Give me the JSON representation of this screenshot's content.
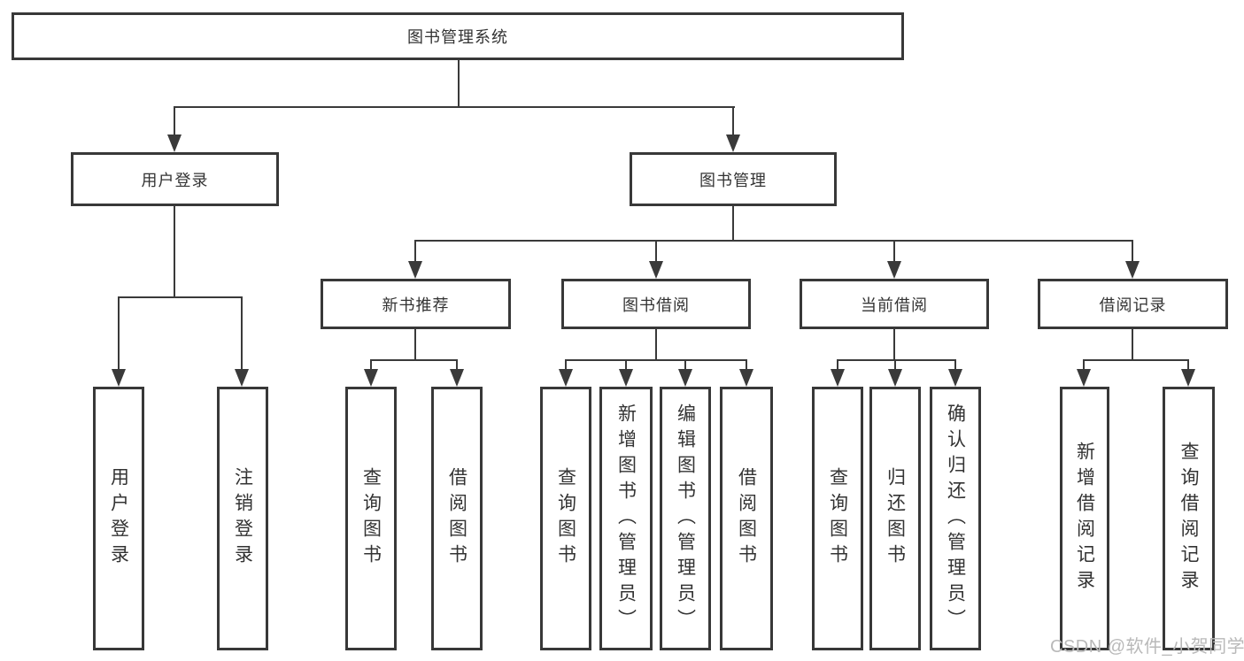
{
  "title": {
    "label": "图书管理系统"
  },
  "level1": [
    {
      "label": "用户登录"
    },
    {
      "label": "图书管理"
    }
  ],
  "level2": [
    {
      "label": "新书推荐"
    },
    {
      "label": "图书借阅"
    },
    {
      "label": "当前借阅"
    },
    {
      "label": "借阅记录"
    }
  ],
  "leaves": [
    {
      "label": "用户登录"
    },
    {
      "label": "注销登录"
    },
    {
      "label": "查询图书"
    },
    {
      "label": "借阅图书"
    },
    {
      "label": "查询图书"
    },
    {
      "label": "新增图书（管理员）"
    },
    {
      "label": "编辑图书（管理员）"
    },
    {
      "label": "借阅图书"
    },
    {
      "label": "查询图书"
    },
    {
      "label": "归还图书"
    },
    {
      "label": "确认归还（管理员）"
    },
    {
      "label": "新增借阅记录"
    },
    {
      "label": "查询借阅记录"
    }
  ],
  "watermark": {
    "text": "CSDN @软件_小贺同学"
  },
  "colors": {
    "line": "#3a3a3a",
    "box_border": "#383838",
    "box_background": "#ffffff",
    "text": "#333333",
    "watermark": "#b9b9b9",
    "page_background": "#ffffff"
  }
}
